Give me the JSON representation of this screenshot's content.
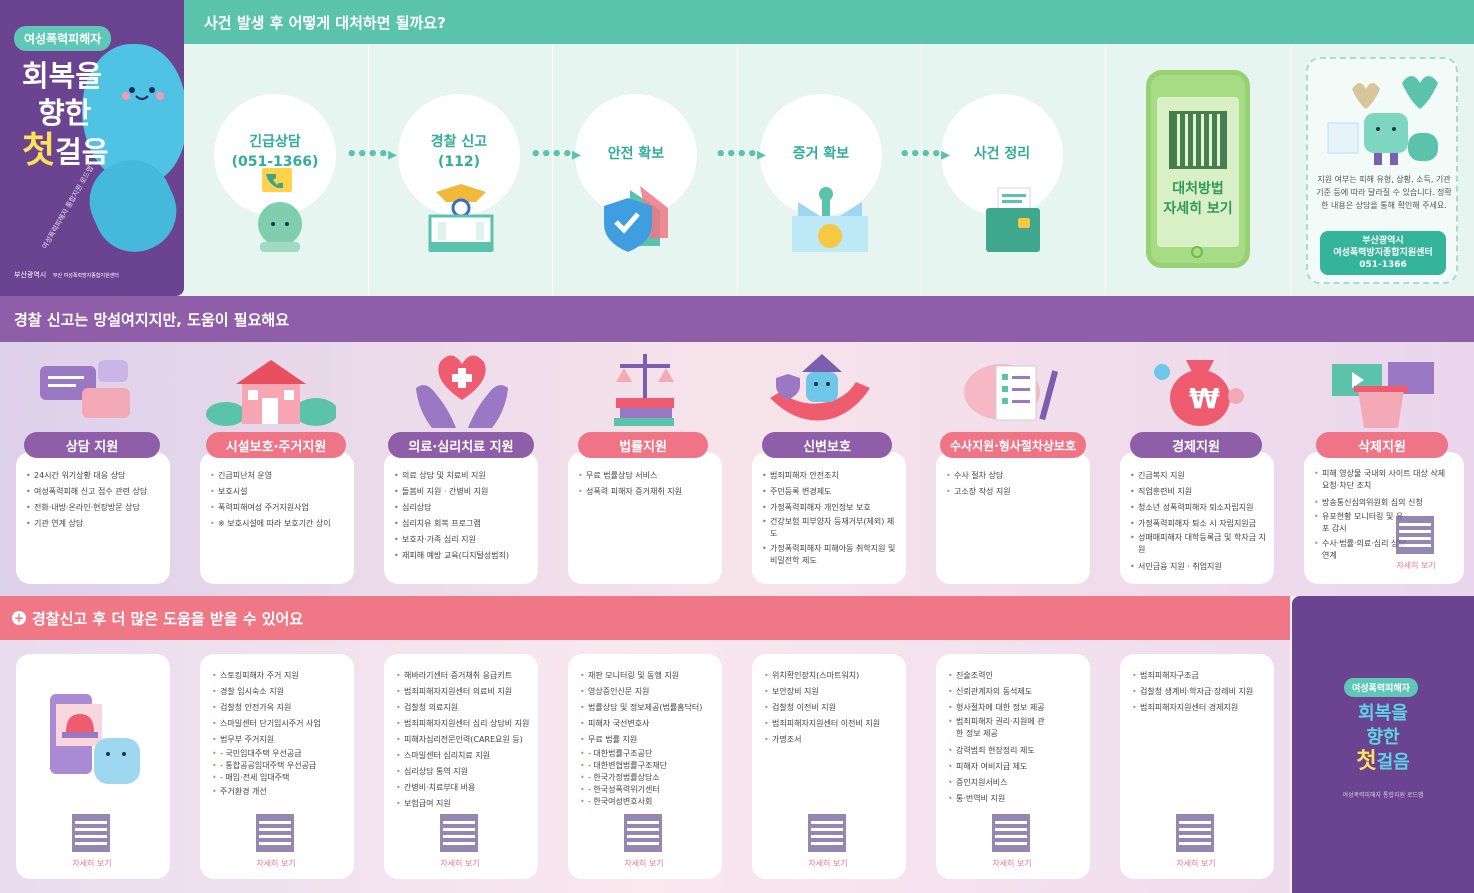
{
  "cover": {
    "tag": "여성폭력피해자",
    "title_line1": "회복을",
    "title_line2": "향한",
    "title_big": "첫",
    "title_rest": "걸음",
    "subtitle": "여성폭력피해자 통합지원 로드맵",
    "logo1": "부산광역시",
    "logo2": "부산 여성폭력방지종합지원센터"
  },
  "section1": {
    "title": "사건 발생 후 어떻게 대처하면 될까요?",
    "steps": [
      {
        "line1": "긴급상담",
        "line2": "(051-1366)"
      },
      {
        "line1": "경찰 신고",
        "line2": "(112)"
      },
      {
        "line1": "안전 확보",
        "line2": ""
      },
      {
        "line1": "증거 확보",
        "line2": ""
      },
      {
        "line1": "사건 정리",
        "line2": ""
      }
    ],
    "arrows": "••••▸",
    "phone": {
      "line1": "대처방법",
      "line2": "자세히 보기"
    },
    "info": {
      "text": "지원 여부는 피해 유형, 상황, 소득, 기관 기준 등에 따라 달라질 수 있습니다. 정확한 내용은 상담을 통해 확인해 주세요.",
      "button_line1": "부산광역시",
      "button_line2": "여성폭력방지종합지원센터",
      "button_line3": "051-1366"
    }
  },
  "section2": {
    "title": "경찰 신고는 망설여지지만, 도움이 필요해요",
    "cards": [
      {
        "title": "상담 지원",
        "color": "violet",
        "items": [
          "24시간 위기상황 대응 상담",
          "여성폭력피해 신고 접수 관련 상담",
          "전화·내방·온라인·현장방문 상담",
          "기관 연계 상담"
        ]
      },
      {
        "title": "시설보호·주거지원",
        "color": "pink",
        "items": [
          "긴급피난처 운영",
          "보호시설",
          "폭력피해여성 주거지원사업",
          "※ 보호시설에 따라 보호기간 상이"
        ]
      },
      {
        "title": "의료·심리치료 지원",
        "color": "violet",
        "items": [
          "의료 상담 및 치료비 지원",
          "돌봄비 지원 · 간병비 지원",
          "심리상담",
          "심리치유 회복 프로그램",
          "보호자·가족 심리 지원",
          "재피해 예방 교육(디지털성범죄)"
        ]
      },
      {
        "title": "법률지원",
        "color": "pink",
        "items": [
          "무료 법률상담 서비스",
          "성폭력 피해자 증거채취 지원"
        ]
      },
      {
        "title": "신변보호",
        "color": "violet",
        "items": [
          "범죄피해자 안전조치",
          "주민등록 변경제도",
          "가정폭력피해자 개인정보 보호",
          "건강보험 피부양자 등재거부(제외) 제도",
          "가정폭력피해자 피해아동 취학지원 및 비밀전학 제도"
        ]
      },
      {
        "title": "수사지원·형사절차상보호",
        "color": "pink",
        "items": [
          "수사 절차 상담",
          "고소장 작성 지원"
        ]
      },
      {
        "title": "경제지원",
        "color": "violet",
        "items": [
          "긴급복지 지원",
          "직업훈련비 지원",
          "청소년 성폭력피해자 퇴소자립지원",
          "가정폭력피해자 퇴소 시 자립지원금",
          "성매매피해자 대학등록금 및 학자금 지원",
          "서민금융 지원 · 취업지원"
        ]
      },
      {
        "title": "삭제지원",
        "color": "pink",
        "items": [
          "피해 영상물 국내외 사이트 대상 삭제 요청·차단 조치",
          "방송통신심의위원회 심의 신청",
          "유포현황 모니터링 및 유포 감시",
          "수사·법률·의료·심리 상담 연계"
        ],
        "link": "자세히 보기"
      }
    ]
  },
  "section3": {
    "title": "경찰신고 후 더 많은 도움을 받을 수 있어요",
    "plus": "+",
    "link": "자세히 보기",
    "cards": [
      {
        "items": []
      },
      {
        "items": [
          "스토킹피해자 주거 지원",
          "경찰 임시숙소 지원",
          "검찰청 안전가옥 지원",
          "스마일센터 단기입시주거 사업",
          "법무부 주거지원",
          "- 국민임대주택 우선공급",
          "- 통합공공임대주택 우선공급",
          "- 매입·전세 임대주택",
          "주거환경 개선"
        ]
      },
      {
        "items": [
          "해바라기센터 증거채취 응급키트",
          "범죄피해자지원센터 의료비 지원",
          "검찰청 의료지원",
          "범죄피해자지원센터 심리 상담비 지원",
          "피해자심리전문인력(CARE요원 등)",
          "스마일센터 심리치료 지원",
          "심리상담 통역 지원",
          "간병비·치료부대 비용",
          "보험급여 지원"
        ]
      },
      {
        "items": [
          "재판 모니터링 및 동행 지원",
          "영상증인신문 지원",
          "법률상담 및 정보제공(법률홈닥터)",
          "피해자 국선변호사",
          "무료 법률 지원",
          "- 대한법률구조공단",
          "- 대한변협법률구조재단",
          "- 한국가정법률상담소",
          "- 한국성폭력위기센터",
          "- 한국여성변호사회"
        ]
      },
      {
        "items": [
          "위치확인장치(스마트워치)",
          "보안장비 지원",
          "검찰청 이전비 지원",
          "범죄피해자지원센터 이전비 지원",
          "가명조서"
        ]
      },
      {
        "items": [
          "진술조력인",
          "신뢰관계자의 동석제도",
          "형사절차에 대한 정보 제공",
          "범죄피해자 권리·지원에 관한 정보 제공",
          "강력범죄 현장정리 제도",
          "피해자 여비지급 제도",
          "증인지원서비스",
          "통·번역비 지원"
        ]
      },
      {
        "items": [
          "범죄피해자구조금",
          "검찰청 생계비·학자금·장례비 지원",
          "범죄피해자지원센터 경제지원"
        ]
      }
    ]
  },
  "back_cover": {
    "tag": "여성폭력피해자",
    "title_line1": "회복을",
    "title_line2": "향한",
    "title_big": "첫",
    "title_rest": "걸음",
    "subtitle": "여성폭력피해자 통합지원 로드맵"
  },
  "colors": {
    "teal": "#5bc3ab",
    "violet": "#8e5fa8",
    "pink": "#ef7486",
    "cover": "#6a4490"
  }
}
